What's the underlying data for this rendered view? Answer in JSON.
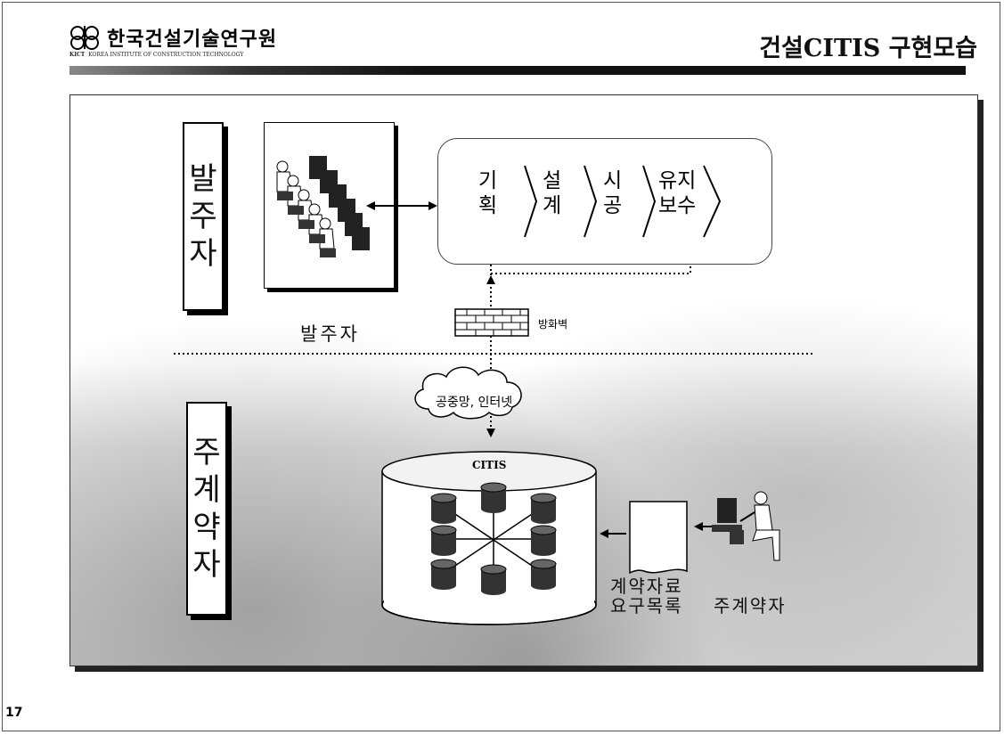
{
  "header": {
    "org_name": "한국건설기술연구원",
    "org_abbr": "KICT",
    "org_english": "KOREA INSTITUTE OF CONSTRUCTION TECHNOLOGY",
    "slide_title": "건설CITIS 구현모습"
  },
  "owner_section": {
    "side_label": [
      "발",
      "주",
      "자"
    ],
    "caption": "발주자",
    "stages": [
      {
        "line1": "기",
        "line2": "획"
      },
      {
        "line1": "설",
        "line2": "계"
      },
      {
        "line1": "시",
        "line2": "공"
      },
      {
        "line1": "유지",
        "line2": "보수"
      }
    ],
    "firewall": "방화벽"
  },
  "contractor_section": {
    "side_label": [
      "주",
      "계",
      "약",
      "자"
    ],
    "network": "공중망, 인터넷",
    "db_title": "CITIS",
    "doc_caption_1": "계약자료",
    "doc_caption_2": "요구목록",
    "contractor_caption": "주계약자"
  },
  "footer": {
    "page_number": "17"
  },
  "colors": {
    "text": "#000000",
    "panel_bg": "#ffffff",
    "shade": "#cfcfcf",
    "bar": "#111111"
  }
}
